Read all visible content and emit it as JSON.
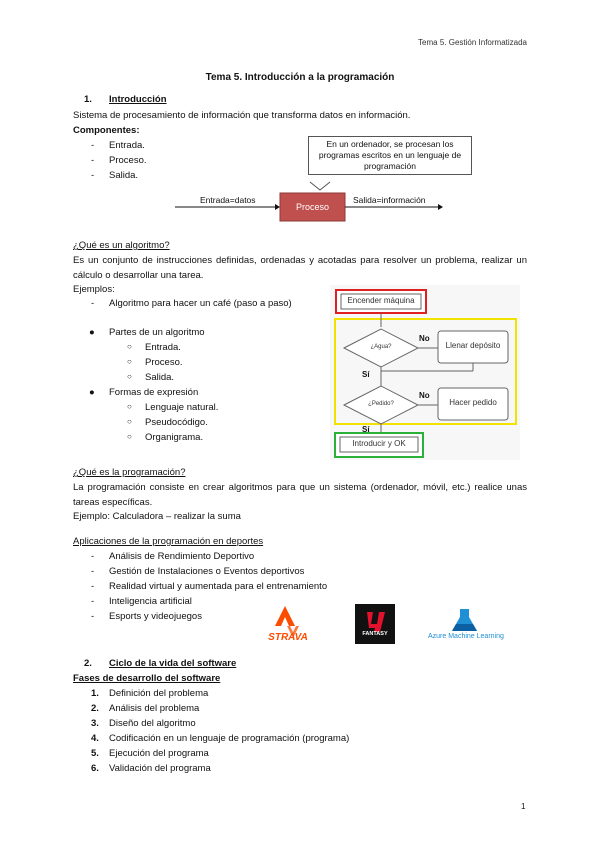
{
  "header": "Tema 5. Gestión Informatizada",
  "title": "Tema 5. Introducción a la programación",
  "s1": {
    "num": "1.",
    "heading": "Introducción",
    "text": "Sistema de procesamiento de información que transforma datos en información.",
    "components_label": "Componentes:",
    "components": [
      "Entrada.",
      "Proceso.",
      "Salida."
    ],
    "callout": "En un ordenador, se procesan los programas escritos en un lenguaje de programación",
    "diagram": {
      "in_label": "Entrada=datos",
      "box": "Proceso",
      "out_label": "Salida=información"
    }
  },
  "algo": {
    "heading": "¿Qué es un algoritmo?",
    "text": "Es un conjunto de instrucciones definidas, ordenadas y acotadas para resolver un problema, realizar un cálculo o desarrollar una tarea.",
    "examples_label": "Ejemplos:",
    "example": "Algoritmo para hacer un café (paso a paso)",
    "parts_label": "Partes de un algoritmo",
    "parts": [
      "Entrada.",
      "Proceso.",
      "Salida."
    ],
    "forms_label": "Formas de expresión",
    "forms": [
      "Lenguaje natural.",
      "Pseudocódigo.",
      "Organigrama."
    ],
    "flow": {
      "start": "Encender máquina",
      "q1": "¿Agua?",
      "no1": "No",
      "act1": "Llenar depósito",
      "si1": "Sí",
      "q2": "¿Pedido?",
      "no2": "No",
      "act2": "Hacer pedido",
      "si2": "Sí",
      "end": "Introducir y OK",
      "colors": {
        "start": "#e02020",
        "loop": "#f2e200",
        "end": "#2bb03a"
      }
    }
  },
  "prog": {
    "heading": "¿Qué es la programación?",
    "text": "La programación consiste en crear algoritmos para que un sistema (ordenador, móvil, etc.) realice unas tareas específicas.",
    "example": "Ejemplo: Calculadora – realizar la suma"
  },
  "apps": {
    "heading": "Aplicaciones de la programación en deportes",
    "items": [
      "Análisis de Rendimiento Deportivo",
      "Gestión de Instalaciones o Eventos deportivos",
      "Realidad virtual y aumentada para el entrenamiento",
      "Inteligencia artificial",
      "Esports y videojuegos"
    ],
    "logos": {
      "strava": "STRAVA",
      "fantasy": "FANTASY",
      "azure": "Azure Machine Learning"
    }
  },
  "s2": {
    "num": "2.",
    "heading": "Ciclo de la vida del software",
    "phases_heading": "Fases de desarrollo del software",
    "phases": [
      "Definición del problema",
      "Análisis del problema",
      "Diseño del algoritmo",
      "Codificación en un lenguaje de programación (programa)",
      "Ejecución del programa",
      "Validación del programa"
    ]
  },
  "page_number": "1"
}
